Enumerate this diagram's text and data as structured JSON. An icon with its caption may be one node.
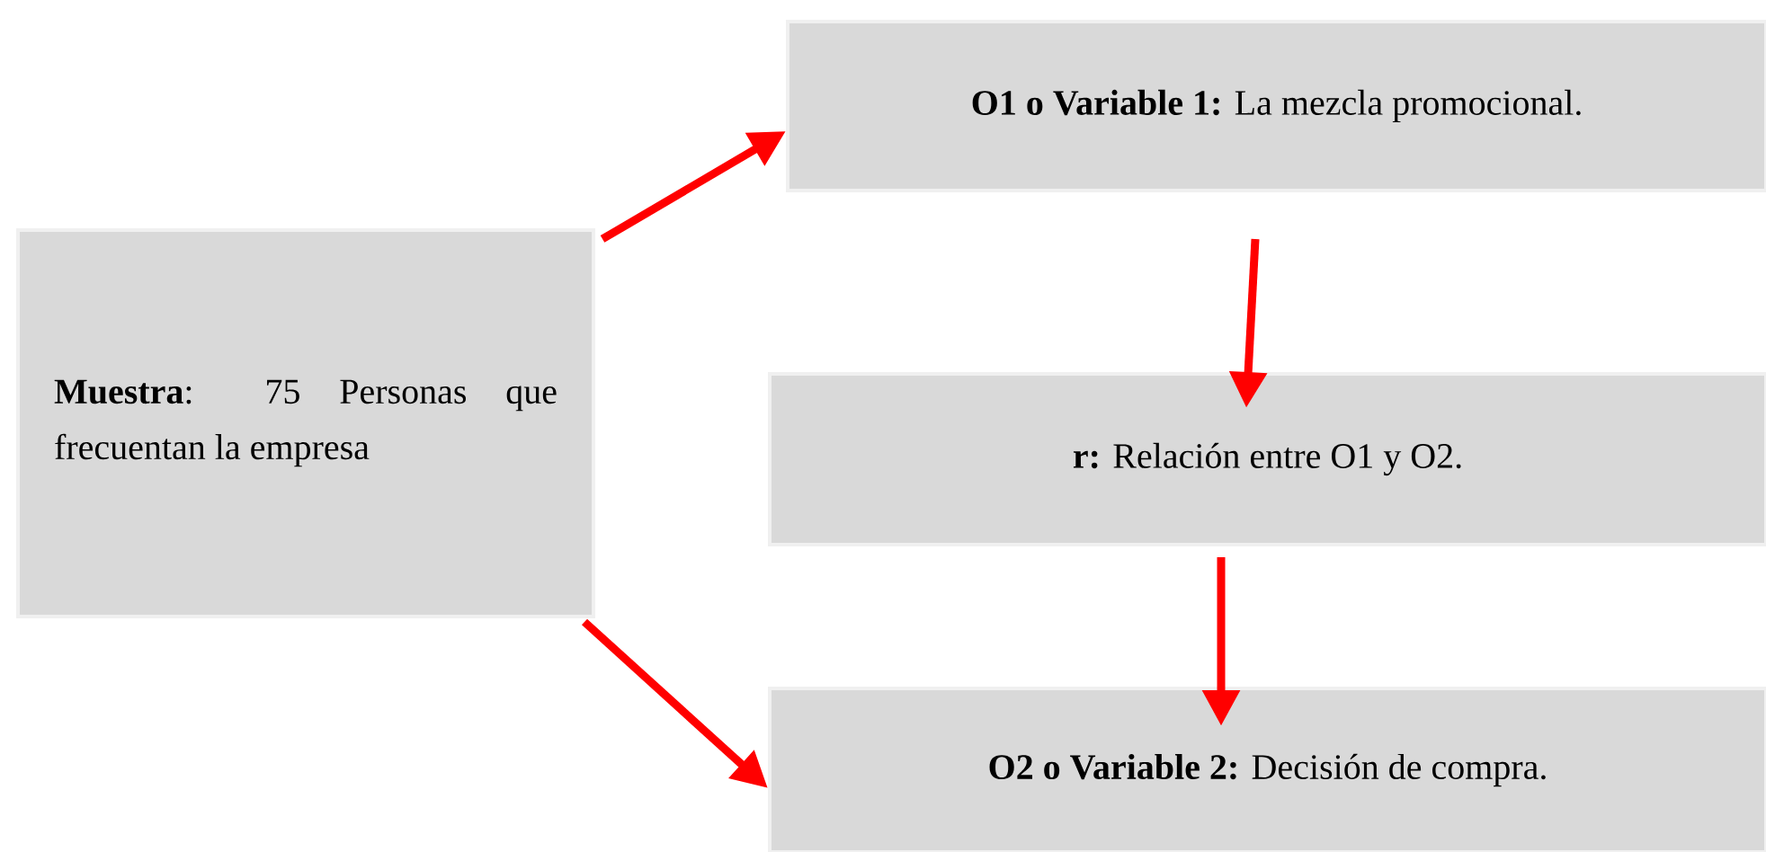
{
  "diagram": {
    "nodes": [
      {
        "text": [
          "**Muestra**: 75 Personas que frecuentan la empresa"
        ]
      },
      {
        "text": [
          "**O1 o Variable 1:** La mezcla promocional."
        ]
      },
      {
        "text": [
          "**r:** Relación entre O1 y O2."
        ]
      },
      {
        "text": [
          "**O2 o Variable 2:** Decisión de compra."
        ]
      }
    ],
    "edges": [
      {
        "from": 0,
        "to": 1,
        "arrow": "to"
      },
      {
        "from": 1,
        "to": 2,
        "arrow": "to"
      },
      {
        "from": 2,
        "to": 3,
        "arrow": "to"
      },
      {
        "from": 0,
        "to": 3,
        "arrow": "to"
      }
    ]
  }
}
